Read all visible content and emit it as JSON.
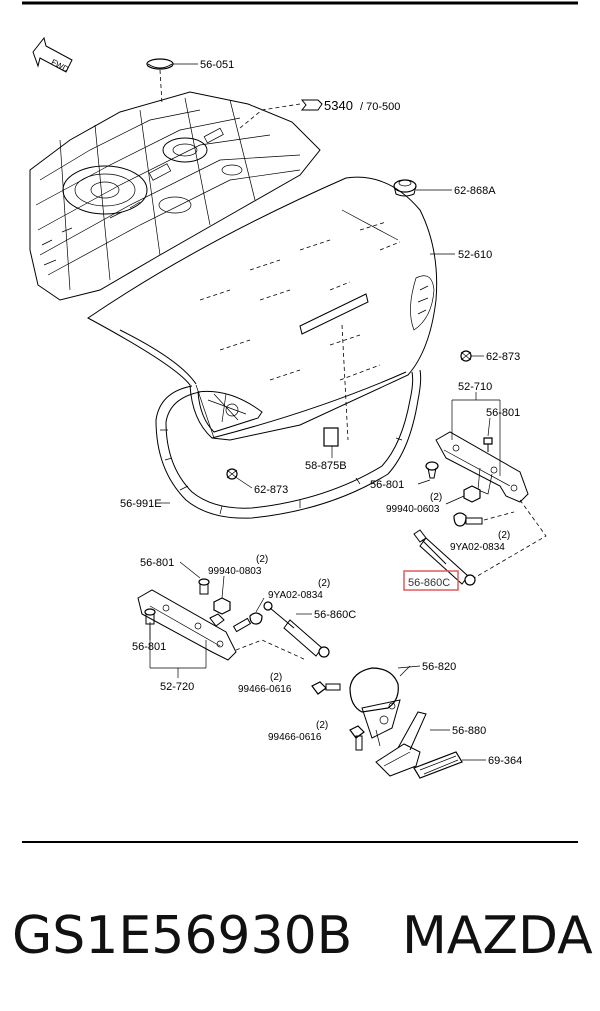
{
  "diagram": {
    "direction_marker": "FWD",
    "labels": {
      "p56051": "56-051",
      "p5340_main": "5340",
      "p5340_sub": "/ 70-500",
      "p62868A": "62-868A",
      "p52610": "52-610",
      "p62873_top": "62-873",
      "p52710": "52-710",
      "p56801_r1": "56-801",
      "p56801_r2": "56-801",
      "p58875B": "58-875B",
      "p62873_low": "62-873",
      "p56991E": "56-991E",
      "p99940_r": "99940-0603",
      "p99940_r_qty": "(2)",
      "p9YA02_r": "9YA02-0834",
      "p9YA02_r_qty": "(2)",
      "p56860C_hl": "56-860C",
      "p56801_l1": "56-801",
      "p99940_l": "99940-0803",
      "p99940_l_qty": "(2)",
      "p9YA02_l": "9YA02-0834",
      "p9YA02_l_qty": "(2)",
      "p56860C": "56-860C",
      "p56801_l2": "56-801",
      "p52720": "52-720",
      "p56820": "56-820",
      "p99466_a": "99466-0616",
      "p99466_a_qty": "(2)",
      "p99466_b": "99466-0616",
      "p99466_b_qty": "(2)",
      "p56880": "56-880",
      "p69364": "69-364"
    }
  },
  "footer": {
    "part_number": "GS1E56930B",
    "brand": "MAZDA"
  },
  "colors": {
    "highlight": "#e05a5a",
    "line": "#000000",
    "text": "#111111"
  }
}
